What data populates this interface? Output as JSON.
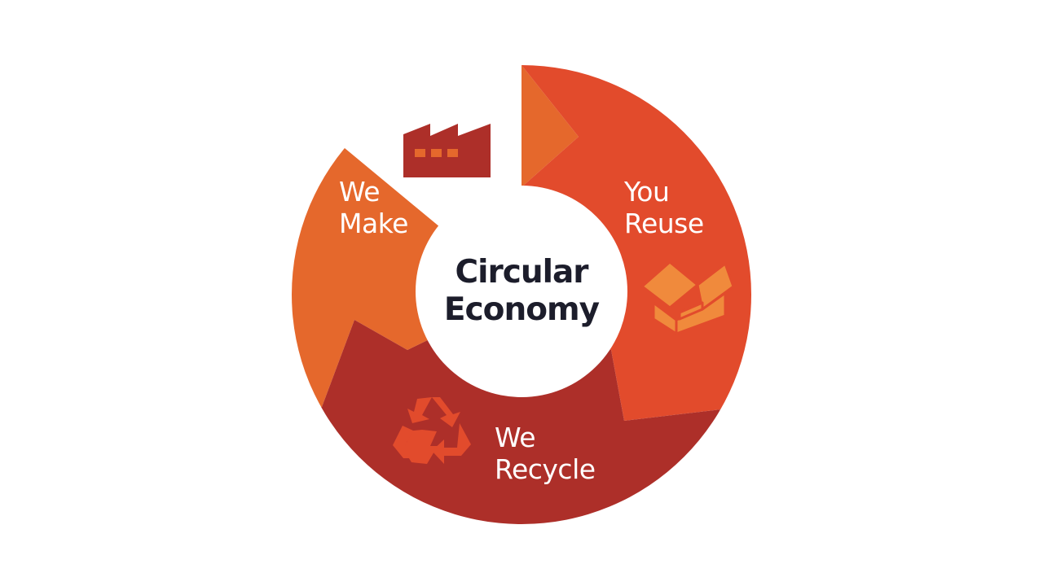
{
  "diagram": {
    "center": {
      "line1": "Circular",
      "line2": "Economy"
    },
    "segments": [
      {
        "line1": "We",
        "line2": "Make",
        "icon": "factory-icon",
        "color": "#e5682c"
      },
      {
        "line1": "You",
        "line2": "Reuse",
        "icon": "box-icon",
        "color": "#e24b2c"
      },
      {
        "line1": "We",
        "line2": "Recycle",
        "icon": "recycle-icon",
        "color": "#ad2f29"
      }
    ],
    "colors": {
      "make": "#e5682c",
      "reuse": "#e24b2c",
      "recycle": "#ad2f29",
      "factory_icon": "#ad2f29",
      "box_icon": "#f08a3c",
      "recycle_icon": "#e24b2c",
      "center_fill": "#ffffff",
      "center_text": "#1c1d2b"
    }
  }
}
